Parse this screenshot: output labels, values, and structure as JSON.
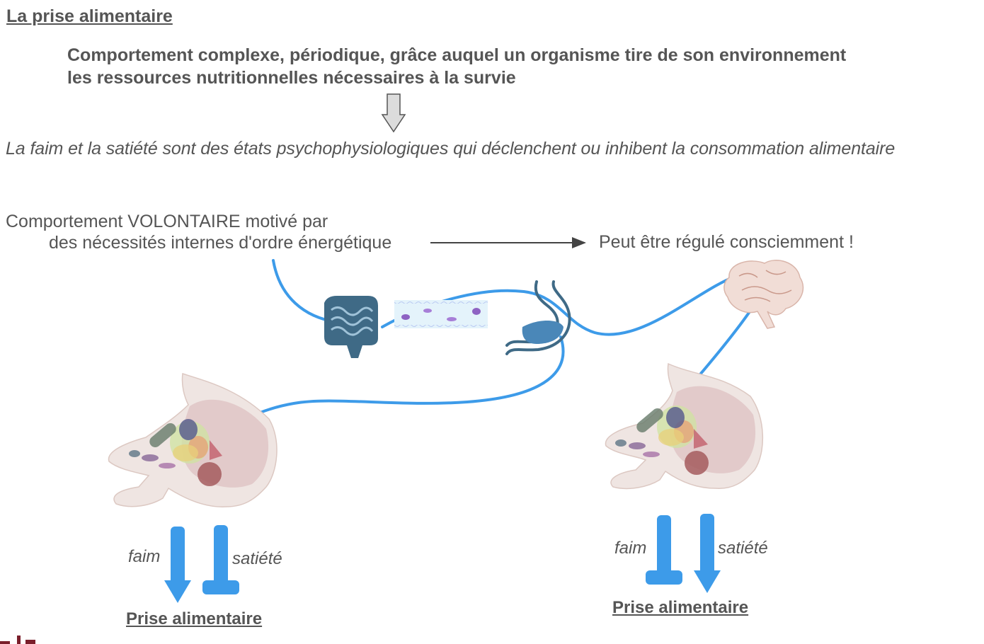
{
  "title": "La prise alimentaire",
  "definition": {
    "line1": "Comportement complexe, périodique, grâce auquel un organisme tire de son environnement",
    "line2": "les ressources nutritionnelles nécessaires à la survie"
  },
  "statement": "La faim et la satiété sont des états psychophysiologiques qui déclenchent ou inhibent la consommation alimentaire",
  "behavior": {
    "line1": "Comportement VOLONTAIRE motivé par",
    "line2": "des nécessités internes d'ordre énergétique",
    "result": "Peut être régulé consciemment !"
  },
  "left_panel": {
    "hunger": "faim",
    "satiety": "satiété",
    "intake": "Prise alimentaire"
  },
  "right_panel": {
    "hunger": "faim",
    "satiety": "satiété",
    "intake": "Prise alimentaire"
  },
  "colors": {
    "arrow_blue": "#3d9be9",
    "text": "#555555",
    "organ": "#3f6a86",
    "down_arrow_fill": "#dcdcdc"
  }
}
